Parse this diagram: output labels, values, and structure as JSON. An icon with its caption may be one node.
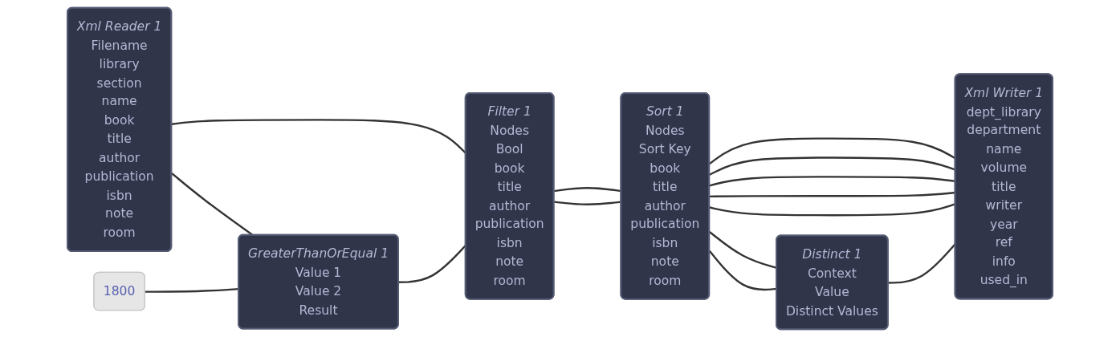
{
  "diagram": {
    "nodes": [
      {
        "text": [
          "Xml Reader 1",
          "Filename",
          "library",
          "section",
          "name",
          "book",
          "title",
          "author",
          "publication",
          "isbn",
          "note",
          "room"
        ]
      },
      {
        "text": [
          "1800"
        ]
      },
      {
        "text": [
          "GreaterThanOrEqual 1",
          "Value 1",
          "Value 2",
          "Result"
        ]
      },
      {
        "text": [
          "Filter 1",
          "Nodes",
          "Bool",
          "book",
          "title",
          "author",
          "publication",
          "isbn",
          "note",
          "room"
        ]
      },
      {
        "text": [
          "Sort 1",
          "Nodes",
          "Sort Key",
          "book",
          "title",
          "author",
          "publication",
          "isbn",
          "note",
          "room"
        ]
      },
      {
        "text": [
          "Distinct 1",
          "Context",
          "Value",
          "Distinct Values"
        ]
      },
      {
        "text": [
          "Xml Writer 1",
          "dept_library",
          "department",
          "name",
          "volume",
          "title",
          "writer",
          "year",
          "ref",
          "info",
          "used_in"
        ]
      }
    ],
    "edges": [
      {
        "from": 0,
        "to": 3,
        "arrow": "none"
      },
      {
        "from": 0,
        "to": 2,
        "arrow": "none"
      },
      {
        "from": 1,
        "to": 2,
        "arrow": "none"
      },
      {
        "from": 2,
        "to": 3,
        "arrow": "none"
      },
      {
        "from": 3,
        "to": 4,
        "arrow": "none"
      },
      {
        "from": 3,
        "to": 4,
        "arrow": "none"
      },
      {
        "from": 4,
        "to": 6,
        "arrow": "none"
      },
      {
        "from": 4,
        "to": 6,
        "arrow": "none"
      },
      {
        "from": 4,
        "to": 6,
        "arrow": "none"
      },
      {
        "from": 4,
        "to": 6,
        "arrow": "none"
      },
      {
        "from": 4,
        "to": 6,
        "arrow": "none"
      },
      {
        "from": 4,
        "to": 5,
        "arrow": "none"
      },
      {
        "from": 4,
        "to": 5,
        "arrow": "none"
      },
      {
        "from": 5,
        "to": 6,
        "arrow": "none"
      }
    ]
  }
}
